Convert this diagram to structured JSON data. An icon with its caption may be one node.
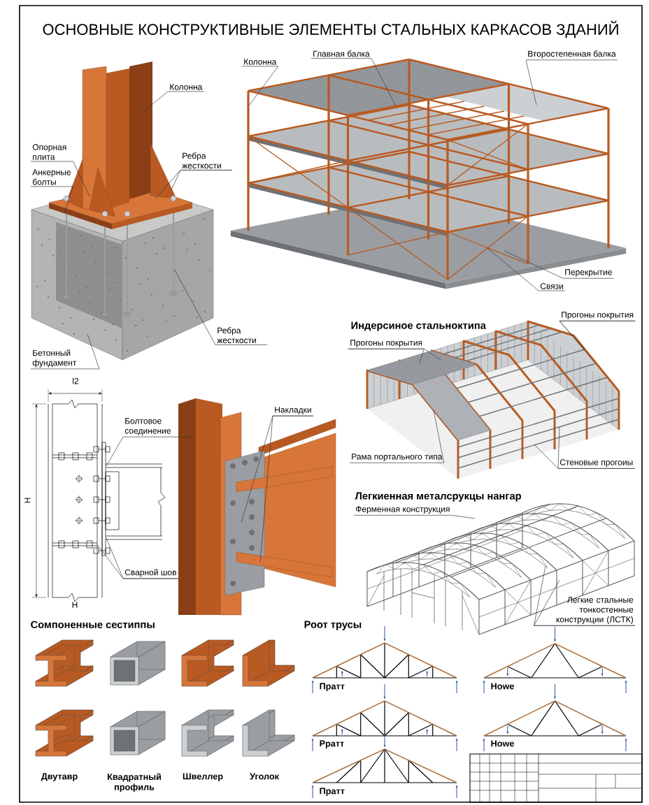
{
  "diagram": {
    "title": "ОСНОВНЫЕ КОНСТРУКТИВНЫЕ ЭЛЕМЕНТЫ СТАЛЬНЫХ КАРКАСОВ ЗДАНИЙ",
    "nodes": [
      {
        "text": [
          "Колонна"
        ]
      },
      {
        "text": [
          "Опорная плита"
        ]
      },
      {
        "text": [
          "Анкерные болты"
        ]
      },
      {
        "text": [
          "Ребра жесткости"
        ]
      },
      {
        "text": [
          "Ребра жесткости"
        ]
      },
      {
        "text": [
          "Бетонный фундамент"
        ]
      },
      {
        "text": [
          "Колонна"
        ]
      },
      {
        "text": [
          "Главная балка"
        ]
      },
      {
        "text": [
          "Второстепенная балка"
        ]
      },
      {
        "text": [
          "Перекрытие"
        ]
      },
      {
        "text": [
          "Связи"
        ]
      },
      {
        "text": [
          "Прогоны покрытия"
        ]
      },
      {
        "text": [
          "Прогоны покрытия"
        ]
      },
      {
        "text": [
          "Рама портального типа"
        ]
      },
      {
        "text": [
          "Стеновые прогоиы"
        ]
      },
      {
        "text": [
          "Ферменная конструкция"
        ]
      },
      {
        "text": [
          "Легкие стальные тонкостенные конструкции (ЛСТК)"
        ]
      },
      {
        "text": [
          "Болтовое соединение"
        ]
      },
      {
        "text": [
          "Сварной шов"
        ]
      },
      {
        "text": [
          "Накладки"
        ]
      }
    ],
    "edges": [
      {
        "from": 0,
        "to": null,
        "arrow": "none"
      },
      {
        "from": 1,
        "to": null,
        "arrow": "none"
      },
      {
        "from": 2,
        "to": null,
        "arrow": "none"
      },
      {
        "from": 3,
        "to": null,
        "arrow": "none"
      },
      {
        "from": 3,
        "to": null,
        "arrow": "none"
      },
      {
        "from": 4,
        "to": null,
        "arrow": "none"
      },
      {
        "from": 5,
        "to": null,
        "arrow": "none"
      },
      {
        "from": 6,
        "to": null,
        "arrow": "none"
      },
      {
        "from": 7,
        "to": null,
        "arrow": "none"
      },
      {
        "from": 8,
        "to": null,
        "arrow": "none"
      },
      {
        "from": 9,
        "to": null,
        "arrow": "none"
      },
      {
        "from": 10,
        "to": null,
        "arrow": "none"
      },
      {
        "from": 11,
        "to": null,
        "arrow": "none"
      },
      {
        "from": 11,
        "to": null,
        "arrow": "none"
      },
      {
        "from": 12,
        "to": null,
        "arrow": "none"
      },
      {
        "from": 12,
        "to": null,
        "arrow": "none"
      },
      {
        "from": 13,
        "to": null,
        "arrow": "none"
      },
      {
        "from": 14,
        "to": null,
        "arrow": "none"
      },
      {
        "from": 14,
        "to": null,
        "arrow": "none"
      },
      {
        "from": 15,
        "to": null,
        "arrow": "none"
      },
      {
        "from": 16,
        "to": null,
        "arrow": "none"
      },
      {
        "from": 16,
        "to": null,
        "arrow": "none"
      },
      {
        "from": 17,
        "to": null,
        "arrow": "none"
      },
      {
        "from": 18,
        "to": null,
        "arrow": "none"
      },
      {
        "from": 18,
        "to": null,
        "arrow": "none"
      },
      {
        "from": 19,
        "to": null,
        "arrow": "none"
      },
      {
        "from": 19,
        "to": null,
        "arrow": "none"
      }
    ],
    "labels": [
      "Индерсиное стальноктипа",
      "l2",
      "H",
      "Легкиенная металсрукцы нангар",
      "H",
      "Сомпоненные сестиппы",
      "Роот трусы",
      "Пратт",
      "Howe",
      "Рратт",
      "Howe",
      "Пратт",
      "Двутавр",
      "Квадратный профиль",
      "Швеллер",
      "Уголок"
    ]
  }
}
